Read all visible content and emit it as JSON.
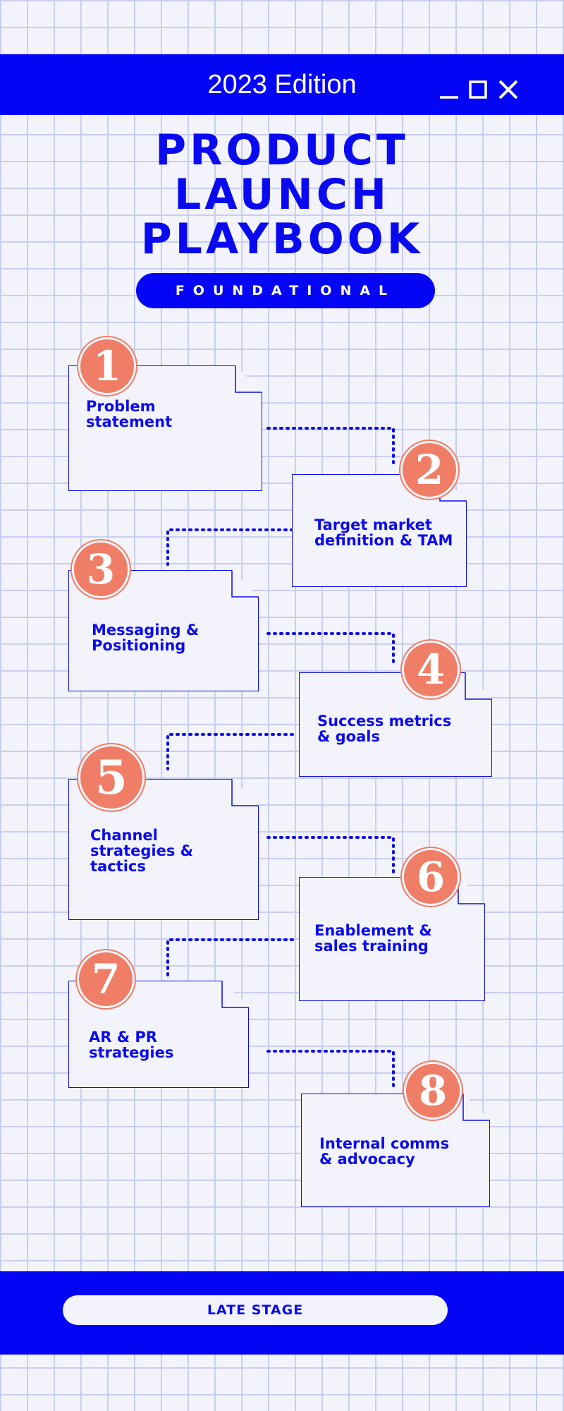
{
  "header": {
    "edition": "2023 Edition",
    "window_controls": [
      "minimize-icon",
      "maximize-icon",
      "close-icon"
    ]
  },
  "title": {
    "line1": "PRODUCT",
    "line2": "LAUNCH",
    "line3": "PLAYBOOK"
  },
  "stage_top": "FOUNDATIONAL",
  "steps": [
    {
      "number": "1",
      "line1": "Problem",
      "line2": "statement",
      "line3": ""
    },
    {
      "number": "2",
      "line1": "Target market",
      "line2": "definition & TAM",
      "line3": ""
    },
    {
      "number": "3",
      "line1": "Messaging &",
      "line2": "Positioning",
      "line3": ""
    },
    {
      "number": "4",
      "line1": "Success metrics",
      "line2": "& goals",
      "line3": ""
    },
    {
      "number": "5",
      "line1": "Channel",
      "line2": "strategies &",
      "line3": "tactics"
    },
    {
      "number": "6",
      "line1": "Enablement &",
      "line2": "sales training",
      "line3": ""
    },
    {
      "number": "7",
      "line1": "AR & PR",
      "line2": "strategies",
      "line3": ""
    },
    {
      "number": "8",
      "line1": "Internal comms",
      "line2": "& advocacy",
      "line3": ""
    }
  ],
  "stage_bottom": "LATE STAGE",
  "colors": {
    "brand_blue": "#0505f5",
    "badge_coral": "#f07d66",
    "grid_line": "#c9cdf2",
    "background": "#f3f4fb"
  }
}
